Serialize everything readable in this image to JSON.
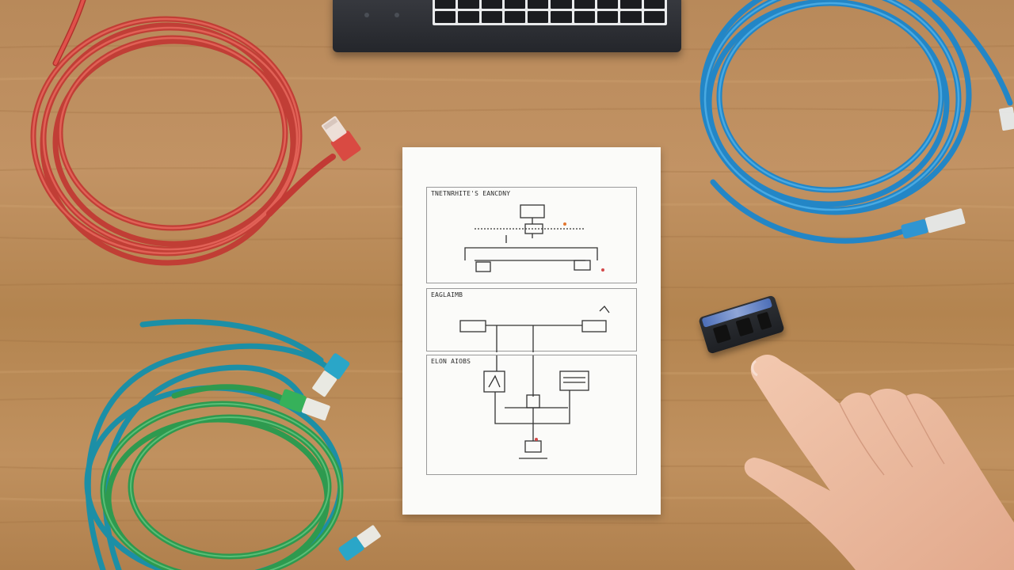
{
  "document": {
    "panels": [
      {
        "label": "TNETNRHITE'S EANCDNY"
      },
      {
        "label": "EAGLAIMB"
      },
      {
        "label": "ELON AIOBS"
      }
    ]
  },
  "colors": {
    "desk": "#b98a5a",
    "cable_red": "#d8403a",
    "cable_blue": "#2a93d5",
    "cable_teal": "#1a9fb2",
    "cable_green": "#2f9a52"
  }
}
